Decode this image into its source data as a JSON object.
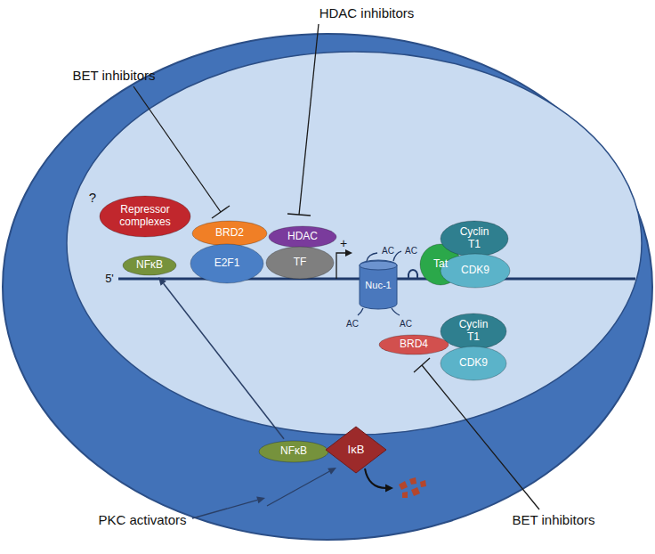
{
  "diagram": {
    "nodes": [
      {
        "text": [
          "Repressor complexes"
        ]
      },
      {
        "text": [
          "BRD2"
        ]
      },
      {
        "text": [
          "HDAC"
        ]
      },
      {
        "text": [
          "E2F1"
        ]
      },
      {
        "text": [
          "TF"
        ]
      },
      {
        "text": [
          "NFκB"
        ]
      },
      {
        "text": [
          "Nuc-1"
        ]
      },
      {
        "text": [
          "Tat"
        ]
      },
      {
        "text": [
          "Cyclin T1"
        ]
      },
      {
        "text": [
          "CDK9"
        ]
      },
      {
        "text": [
          "BRD4"
        ]
      },
      {
        "text": [
          "Cyclin T1"
        ]
      },
      {
        "text": [
          "CDK9"
        ]
      },
      {
        "text": [
          "NFκB"
        ]
      },
      {
        "text": [
          "IκB"
        ]
      }
    ],
    "edges": [
      {
        "from": 13,
        "to": 5,
        "arrow": "to"
      }
    ],
    "labels": [
      "HDAC inhibitors",
      "BET inhibitors",
      "?",
      "+",
      "5'",
      "AC",
      "AC",
      "AC",
      "AC",
      "BET inhibitors",
      "PKC activators"
    ]
  }
}
